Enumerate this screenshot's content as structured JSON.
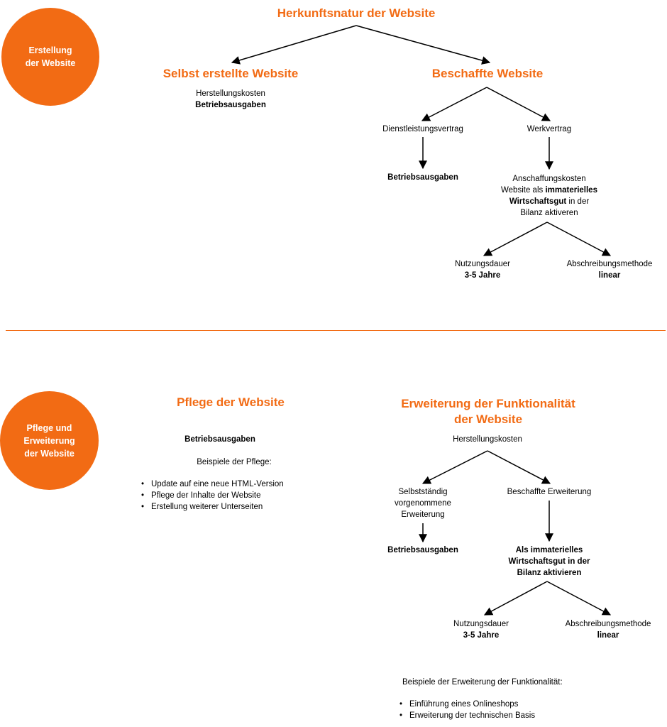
{
  "section1": {
    "circle_label": "Erstellung\nder Website",
    "title": "Herkunftsnatur der Website",
    "self_made": {
      "title": "Selbst erstellte Website",
      "line1": "Herstellungskosten",
      "line2": "Betriebsausgaben"
    },
    "procured": {
      "title": "Beschaffte Website",
      "service_contract": "Dienstleistungsvertrag",
      "work_contract": "Werkvertrag",
      "service_result": "Betriebsausgaben",
      "work_result": {
        "line1": "Anschaffungskosten",
        "line2_pre": "Website als ",
        "line2_bold": "immaterielles",
        "line3_bold": "Wirtschaftsgut",
        "line3_post": " in der",
        "line4": "Bilanz aktiveren"
      },
      "useful_life_label": "Nutzungsdauer",
      "useful_life_value": "3-5 Jahre",
      "depreciation_label": "Abschreibungsmethode",
      "depreciation_value": "linear"
    }
  },
  "section2": {
    "circle_label": "Pflege und\nErweiterung\nder Website",
    "maintenance": {
      "title": "Pflege der Website",
      "cost_type": "Betriebsausgaben",
      "examples_heading": "Beispiele der Pflege:",
      "examples": [
        "Update auf eine neue HTML-Version",
        "Pflege der Inhalte der Website",
        "Erstellung weiterer Unterseiten"
      ]
    },
    "extension": {
      "title": "Erweiterung der Funktionalität\nder Website",
      "cost_type": "Herstellungskosten",
      "self_ext": "Selbstständig\nvorgenommene\nErweiterung",
      "procured_ext": "Beschaffte Erweiterung",
      "self_result": "Betriebsausgaben",
      "procured_result": "Als immaterielles\nWirtschaftsgut in der\nBilanz aktivieren",
      "useful_life_label": "Nutzungsdauer",
      "useful_life_value": "3-5 Jahre",
      "depreciation_label": "Abschreibungsmethode",
      "depreciation_value": "linear",
      "examples_heading": "Beispiele der Erweiterung der Funktionalität:",
      "examples": [
        "Einführung eines Onlineshops",
        "Erweiterung der technischen Basis"
      ]
    }
  }
}
